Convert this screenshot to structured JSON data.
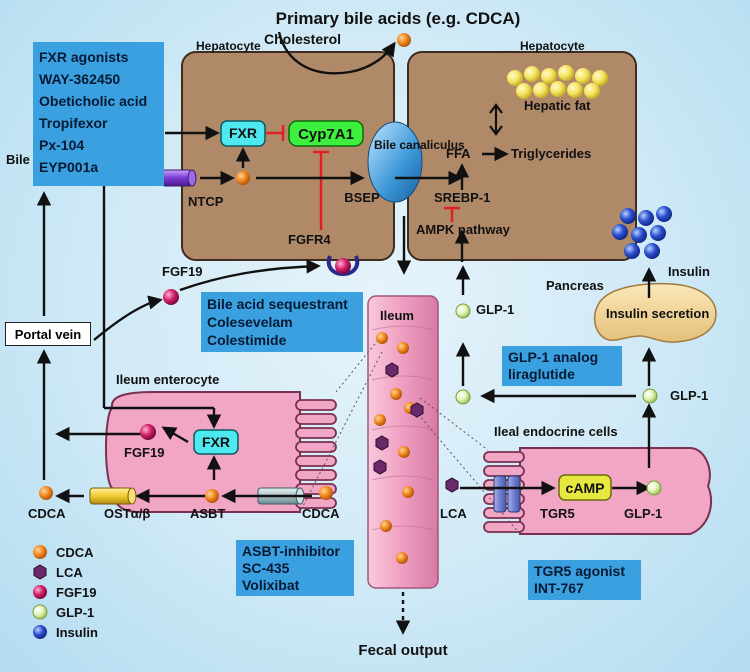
{
  "title": "Primary bile acids (e.g. CDCA)",
  "labels": {
    "cholesterol": "Cholesterol",
    "hepatocyte_left": "Hepatocyte",
    "hepatocyte_right": "Hepatocyte",
    "fxr_liver": "FXR",
    "cyp7a1": "Cyp7A1",
    "bile_canaliculus": "Bile canaliculus",
    "bsep": "BSEP",
    "fgfr4": "FGFR4",
    "ntcp": "NTCP",
    "bile_acids": "Bile acids",
    "hepatic_fat": "Hepatic fat",
    "ffa": "FFA",
    "triglycerides": "Triglycerides",
    "srebp1": "SREBP-1",
    "ampk": "AMPK pathway",
    "fgf19_top": "FGF19",
    "insulin_top": "Insulin",
    "pancreas": "Pancreas",
    "insulin_secretion": "Insulin secretion",
    "glp1_top": "GLP-1",
    "glp1_right": "GLP-1",
    "portal_vein": "Portal vein",
    "ileum": "Ileum",
    "ileum_enterocyte": "Ileum enterocyte",
    "fgf19_ent": "FGF19",
    "fxr_ent": "FXR",
    "cdca_left": "CDCA",
    "ost": "OSTα/β",
    "asbt": "ASBT",
    "cdca_ent": "CDCA",
    "ileal_endocrine": "Ileal endocrine cells",
    "lca": "LCA",
    "tgr5": "TGR5",
    "camp": "cAMP",
    "glp1_cell": "GLP-1",
    "fecal_output": "Fecal output"
  },
  "boxes": {
    "fxr_agonists": [
      "FXR agonists",
      "WAY-362450",
      "Obeticholic acid",
      "Tropifexor",
      "Px-104",
      "EYP001a"
    ],
    "sequestrant": [
      "Bile acid sequestrant",
      "Colesevelam",
      "Colestimide"
    ],
    "glp1_analog": [
      "GLP-1 analog",
      "liraglutide"
    ],
    "asbt_inhibitor": [
      "ASBT-inhibitor",
      "SC-435",
      "Volixibat"
    ],
    "tgr5_agonist": [
      "TGR5 agonist",
      "INT-767"
    ]
  },
  "legend": [
    {
      "label": "CDCA",
      "icon": "orange-sphere"
    },
    {
      "label": "LCA",
      "icon": "purple-hexagon"
    },
    {
      "label": "FGF19",
      "icon": "magenta-sphere"
    },
    {
      "label": "GLP-1",
      "icon": "light-green-sphere"
    },
    {
      "label": "Insulin",
      "icon": "blue-sphere"
    }
  ],
  "colors": {
    "cdca": "#f08a20",
    "lca": "#6a2a6a",
    "fgf19": "#d0206a",
    "glp1": "#d6f0a0",
    "insulin": "#2c4fcf",
    "cell": "#b08a68",
    "intestine": "#f2a6c6",
    "drug_box": "#3aa0e0",
    "inhibition": "#e02020"
  }
}
